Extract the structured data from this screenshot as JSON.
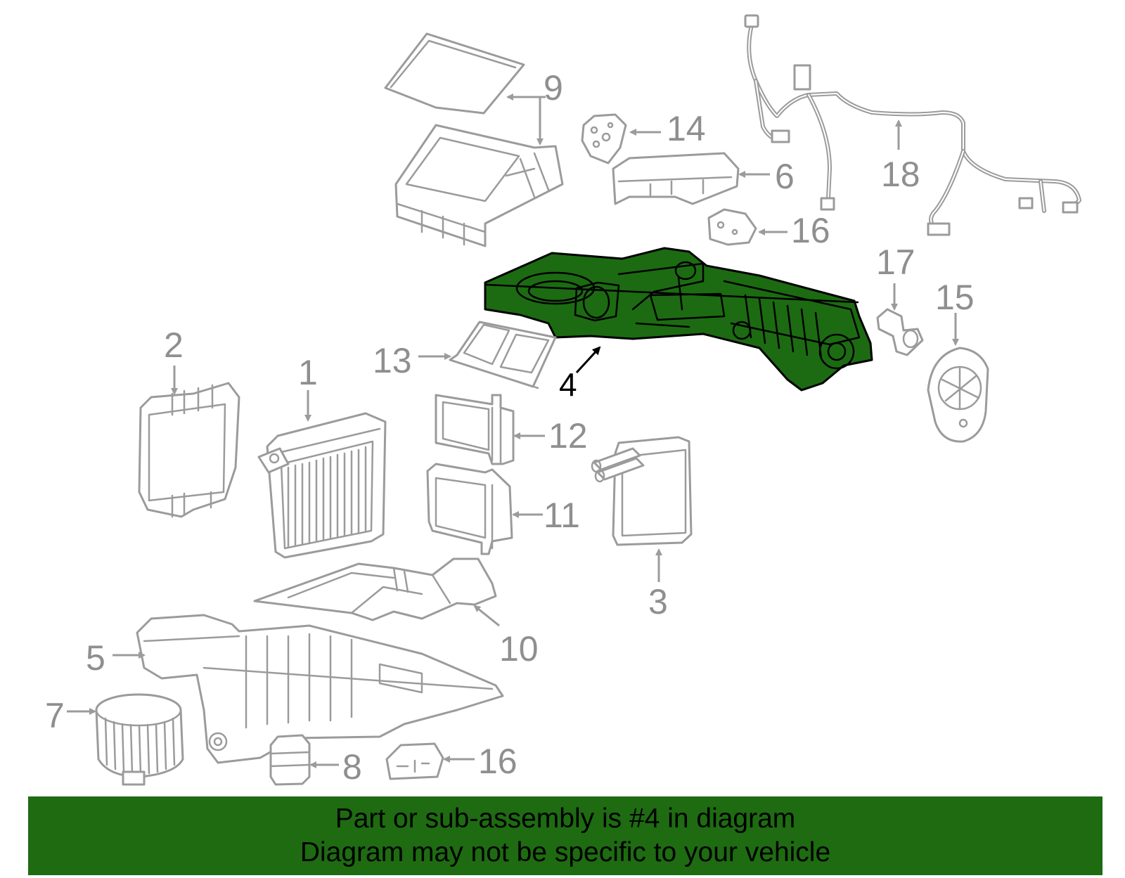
{
  "diagram": {
    "callouts": {
      "c1": "1",
      "c2": "2",
      "c3": "3",
      "c4": "4",
      "c5": "5",
      "c6": "6",
      "c7": "7",
      "c8": "8",
      "c9": "9",
      "c10": "10",
      "c11": "11",
      "c12": "12",
      "c13": "13",
      "c14": "14",
      "c15": "15",
      "c16a": "16",
      "c16b": "16",
      "c17": "17",
      "c18": "18"
    },
    "highlight_part": "4",
    "colors": {
      "highlight": "#1c6b12",
      "outline": "#9b9b9b",
      "banner": "#1e6b12"
    }
  },
  "banner": {
    "line1": "Part or sub-assembly is #4 in diagram",
    "line2": "Diagram may not be specific to your vehicle"
  }
}
